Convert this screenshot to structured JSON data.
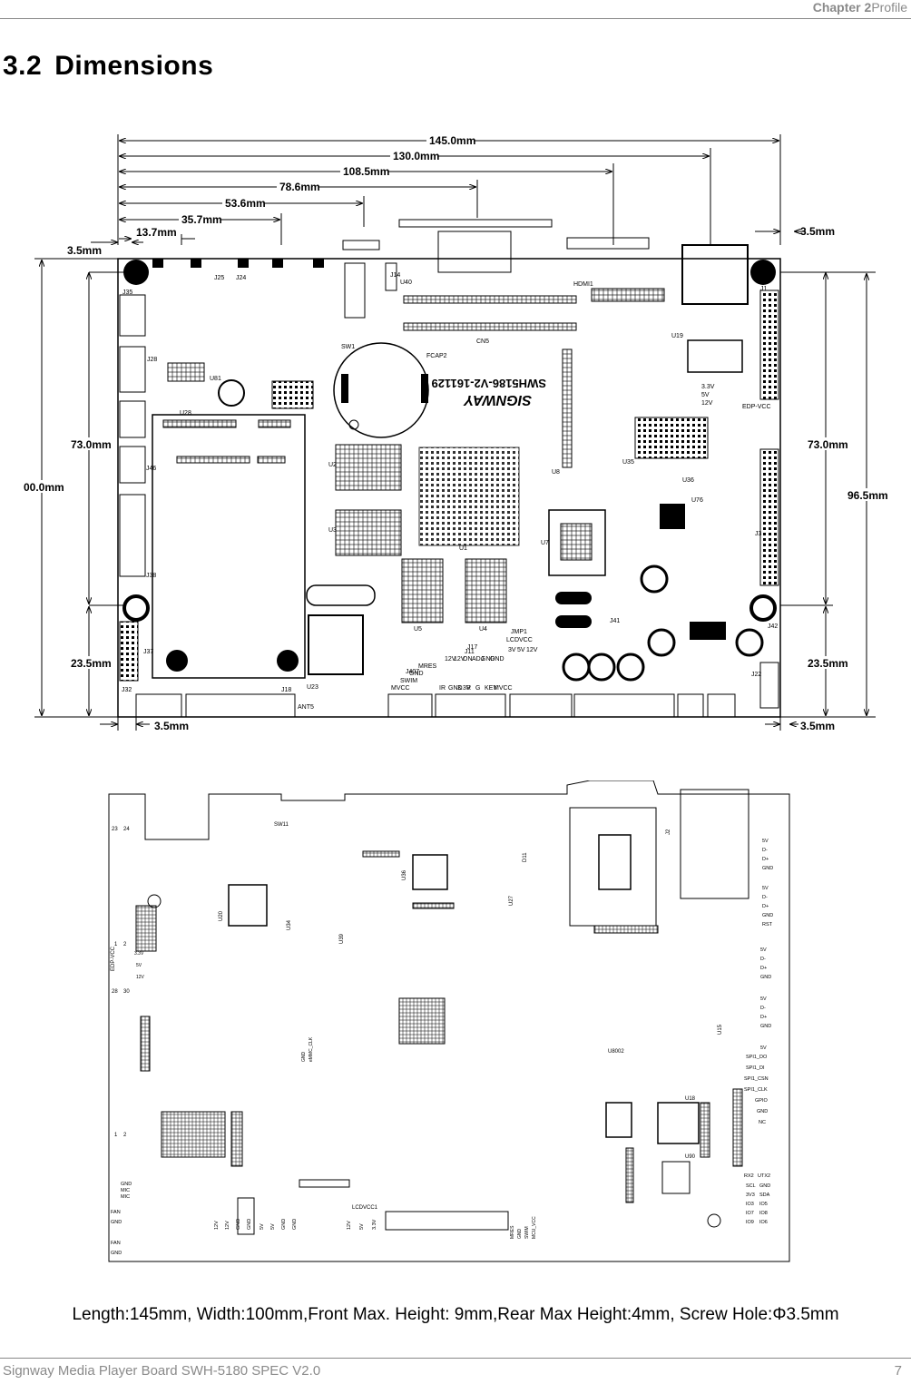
{
  "header": {
    "chapter": "Chapter 2",
    "section": "Profile"
  },
  "section": {
    "number": "3.2",
    "title": "Dimensions"
  },
  "dimensions": {
    "top": [
      "145.0mm",
      "130.0mm",
      "108.5mm",
      "78.6mm",
      "53.6mm",
      "35.7mm",
      "13.7mm"
    ],
    "left_edge": "3.5mm",
    "right_edge": "3.5mm",
    "height_total": "00.0mm",
    "height_left": "73.0mm",
    "height_left_lower": "23.5mm",
    "height_right": "73.0mm",
    "height_right_total": "96.5mm",
    "height_right_lower": "23.5mm",
    "bottom_left": "3.5mm",
    "bottom_right": "3.5mm"
  },
  "board": {
    "labels": [
      "J35",
      "J28",
      "U81",
      "U28",
      "J46",
      "J38",
      "J37",
      "J32",
      "J18",
      "ANT5",
      "U23",
      "SW1",
      "J14",
      "U40",
      "CN5",
      "FCAP2",
      "HDMI1",
      "U19",
      "JMP1",
      "U35",
      "U36",
      "U76",
      "U8",
      "U7",
      "U1",
      "U2",
      "U3",
      "U5",
      "U4",
      "J41",
      "J42",
      "J22",
      "J3",
      "J1",
      "J17",
      "J11",
      "J407",
      "LCDVCC",
      "J25",
      "J24"
    ],
    "silk_text": "SWH5186-V2-161129",
    "brand": "SIGNWAY",
    "jmp_labels": [
      "3.3V",
      "5V",
      "12V",
      "EDP-VCC"
    ],
    "j17_pins": [
      "12V",
      "12V",
      "ON",
      "ADJ",
      "GND",
      "GND"
    ],
    "j11_pins": [
      "IR",
      "GND",
      "3.3V",
      "R",
      "G",
      "KEY",
      "MVCC"
    ],
    "j407_pins": [
      "MVCC",
      "SWIM",
      "GND",
      "MRES"
    ],
    "lcd_pins": [
      "3V",
      "5V",
      "12V"
    ]
  },
  "rear": {
    "labels": [
      "SW11",
      "U20",
      "U34",
      "U39",
      "U36",
      "U27",
      "D11",
      "J2",
      "U8002",
      "U18",
      "U90",
      "U15",
      "LCDVCC1",
      "EDP-VCC"
    ],
    "right_pins": [
      "5V",
      "D-",
      "D+",
      "GND",
      "5V",
      "D-",
      "D+",
      "GND",
      "RST",
      "5V",
      "D-",
      "D+",
      "GND",
      "5V",
      "D-",
      "D+",
      "GND",
      "5V",
      "SPI1_DO",
      "SPI1_DI",
      "SPI1_CSN",
      "SPI1_CLK",
      "GPIO",
      "GND",
      "NC"
    ],
    "uart_pins": [
      "RX2",
      "UTX2",
      "SCL",
      "GND",
      "3V3",
      "SDA",
      "IO3",
      "IO5",
      "IO7",
      "IO8",
      "IO9",
      "IO6"
    ],
    "bottom_pins": [
      "12V",
      "12V",
      "GND",
      "GND",
      "5V",
      "5V",
      "GND",
      "GND",
      "12V",
      "5V",
      "3.3V"
    ],
    "left_pins": [
      "GND",
      "MIC",
      "MIC",
      "FAN",
      "GND",
      "FAN",
      "GND"
    ],
    "nums": [
      "23",
      "24",
      "1",
      "2",
      "28",
      "30",
      "1",
      "2"
    ],
    "small_text": [
      "3.3V",
      "5V",
      "12V",
      "GND",
      "eMMC_CLK",
      "MRES",
      "GND",
      "SWIM",
      "MCU_VCC"
    ]
  },
  "spec": "Length:145mm, Width:100mm,Front Max. Height: 9mm,Rear Max Height:4mm, Screw Hole:Φ3.5mm",
  "footer": {
    "left": "Signway Media Player Board SWH-5180 SPEC V2.0",
    "page": "7"
  }
}
